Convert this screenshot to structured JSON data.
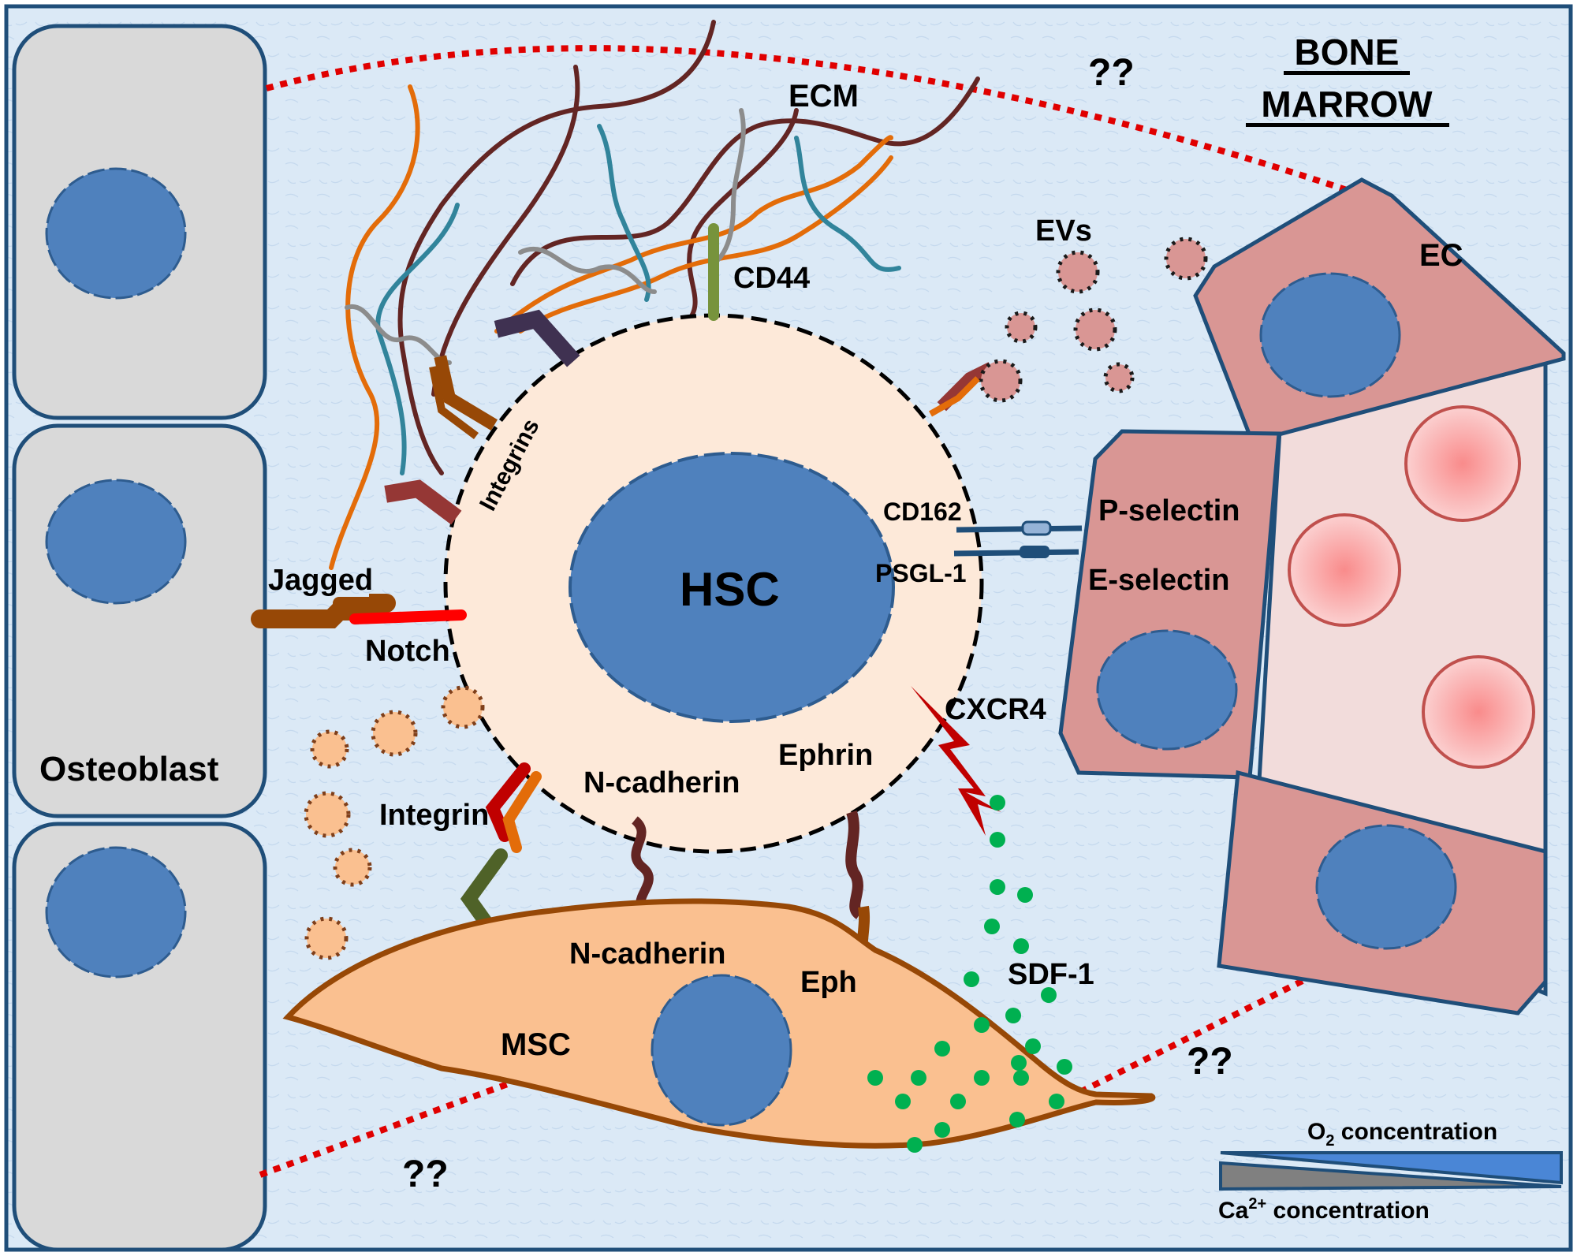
{
  "diagram": {
    "title": "Bone marrow HSC niche",
    "region_label_line1": "BONE",
    "region_label_line2": "MARROW",
    "unknown_markers": [
      "??",
      "??",
      "??"
    ],
    "cells": {
      "hsc": "HSC",
      "osteoblast": "Osteoblast",
      "msc": "MSC",
      "ec": "EC"
    },
    "molecules": {
      "ecm": "ECM",
      "cd44": "CD44",
      "evs": "EVs",
      "integrins": "Integrins",
      "jagged": "Jagged",
      "notch": "Notch",
      "integrin": "Integrin",
      "n_cadherin_hsc": "N-cadherin",
      "n_cadherin_msc": "N-cadherin",
      "ephrin": "Ephrin",
      "eph": "Eph",
      "cxcr4": "CXCR4",
      "sdf1": "SDF-1",
      "cd162": "CD162",
      "psgl1": "PSGL-1",
      "p_selectin": "P-selectin",
      "e_selectin": "E-selectin"
    },
    "gradient_legend": {
      "o2_label_prefix": "O",
      "o2_label_sub": "2",
      "o2_label_suffix": " concentration",
      "ca_label_prefix": "Ca",
      "ca_label_sup": "2+",
      "ca_label_suffix": " concentration"
    },
    "colors": {
      "background": "#dbe9f6",
      "frame": "#1f4e79",
      "nucleus": "#4f81bd",
      "osteoblast_fill": "#d9d9d9",
      "hsc_fill": "#fde9d9",
      "msc_fill": "#fac090",
      "ec_fill": "#d99694",
      "vessel_fill": "#f2dcdb",
      "niche_boundary": "#e00000",
      "sdf1": "#00b050",
      "o2": "#4a86d6",
      "ca": "#808080"
    }
  }
}
